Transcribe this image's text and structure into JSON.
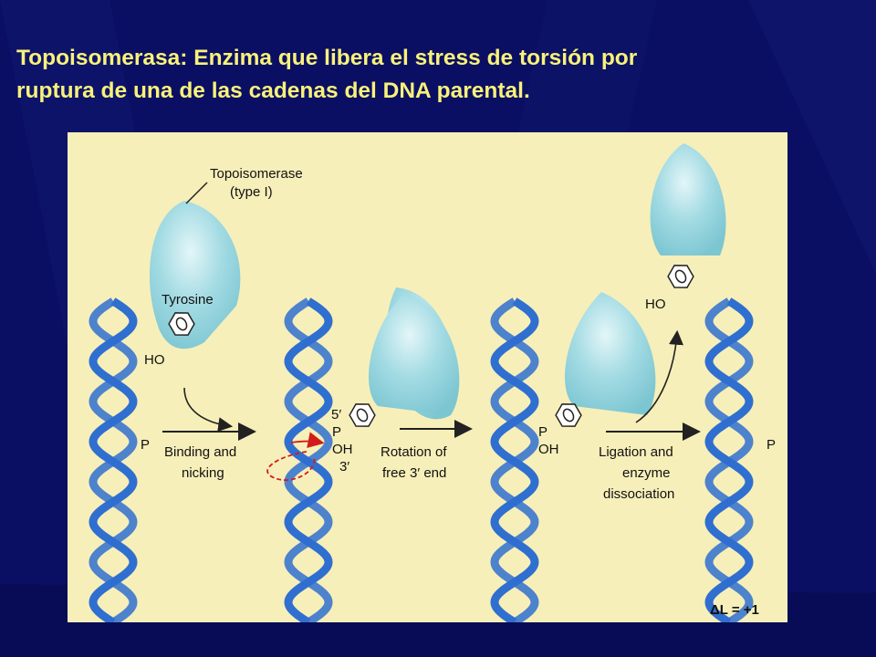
{
  "slide": {
    "title_line1": "Topoisomerasa: Enzima que libera el stress de torsión por",
    "title_line2": "ruptura de una de las cadenas del DNA parental."
  },
  "figure": {
    "enzyme_label_line1": "Topoisomerase",
    "enzyme_label_line2": "(type I)",
    "tyrosine_label": "Tyrosine",
    "ho_label_1": "HO",
    "ho_label_2": "HO",
    "p_label_1": "P",
    "p_label_2": "P",
    "p_label_3": "P",
    "p_label_4": "P",
    "five_prime": "5′",
    "three_prime": "3′",
    "oh_label_1": "OH",
    "oh_label_2": "OH",
    "ring_o": "O",
    "step1_line1": "Binding and",
    "step1_line2": "nicking",
    "step2_line1": "Rotation of",
    "step2_line2": "free 3′ end",
    "step3_line1": "Ligation and",
    "step3_line2": "enzyme",
    "step3_line3": "dissociation",
    "linking_change": "ΔL = +1"
  },
  "colors": {
    "background": "#0b0f63",
    "title": "#f8f27a",
    "panel": "#f7efb9",
    "dna": "#2f6fd0",
    "enzyme": "#8fd3dc",
    "rotation_arrow": "#d21c1c"
  }
}
